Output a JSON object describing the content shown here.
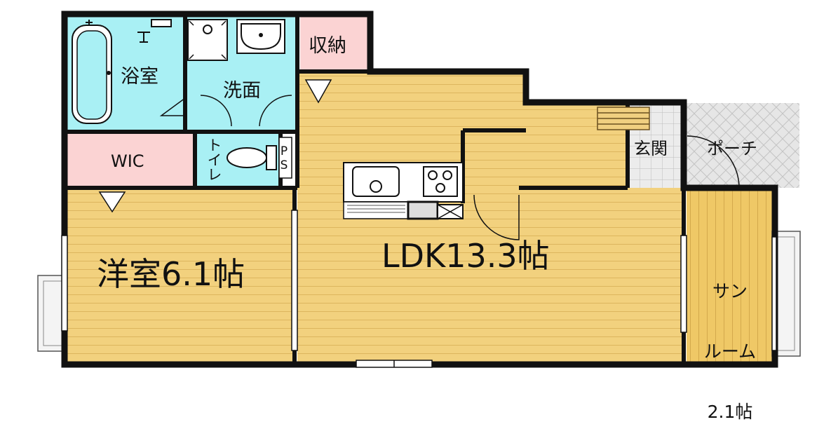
{
  "rooms": {
    "bath": "浴室",
    "washroom": "洗面",
    "storage": "収納",
    "wic": "WIC",
    "toilet": "トイレ",
    "ps": "PS",
    "entrance": "玄関",
    "porch": "ポーチ",
    "western": "洋室6.1帖",
    "ldk": "LDK13.3帖",
    "sunroom_line1": "サン",
    "sunroom_line2": "ルーム",
    "sunroom_line3": "2.1帖"
  },
  "colors": {
    "wood": "#f2d17e",
    "wood_line": "#d9b25a",
    "wet": "#a9f0f4",
    "storage": "#fbd3d3",
    "wall": "#111111",
    "tile": "#e8e8e8",
    "porch": "#e4e4e4",
    "sunroom": "#f0c965"
  },
  "icons": [
    "bathtub-icon",
    "sink-icon",
    "washing-machine-icon",
    "toilet-icon",
    "kitchen-sink-icon",
    "stove-icon",
    "door-arc-icon"
  ]
}
